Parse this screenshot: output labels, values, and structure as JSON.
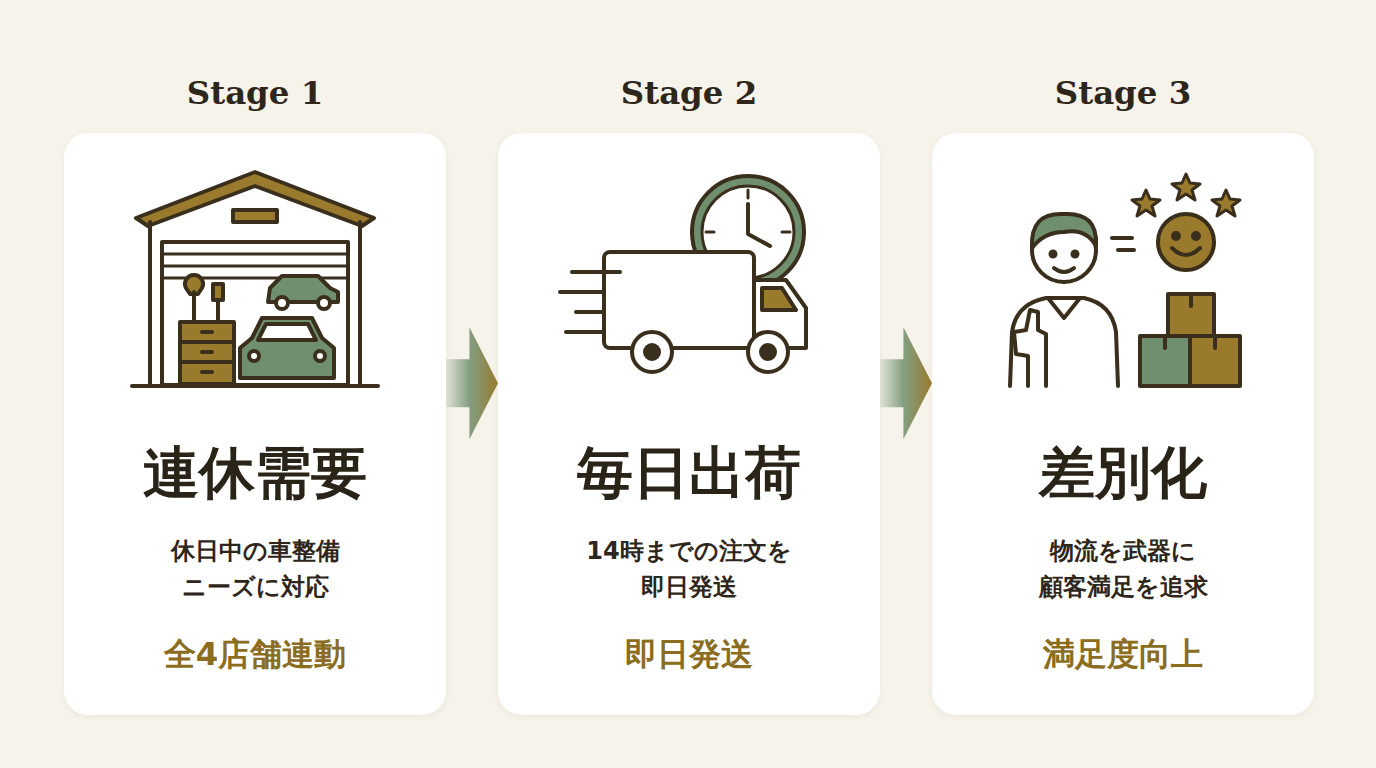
{
  "diagram": {
    "nodes": [
      {
        "text": [
          "Stage 1",
          "連休需要",
          "休日中の車整備 ニーズに対応",
          "全4店舗連動"
        ]
      },
      {
        "text": [
          "Stage 2",
          "毎日出荷",
          "14時までの注文を 即日発送",
          "即日発送"
        ]
      },
      {
        "text": [
          "Stage 3",
          "差別化",
          "物流を武器に 顧客満足を追求",
          "満足度向上"
        ]
      }
    ],
    "edges": [
      {
        "from": 0,
        "to": 1,
        "arrow": "to"
      },
      {
        "from": 1,
        "to": 2,
        "arrow": "to"
      }
    ]
  }
}
